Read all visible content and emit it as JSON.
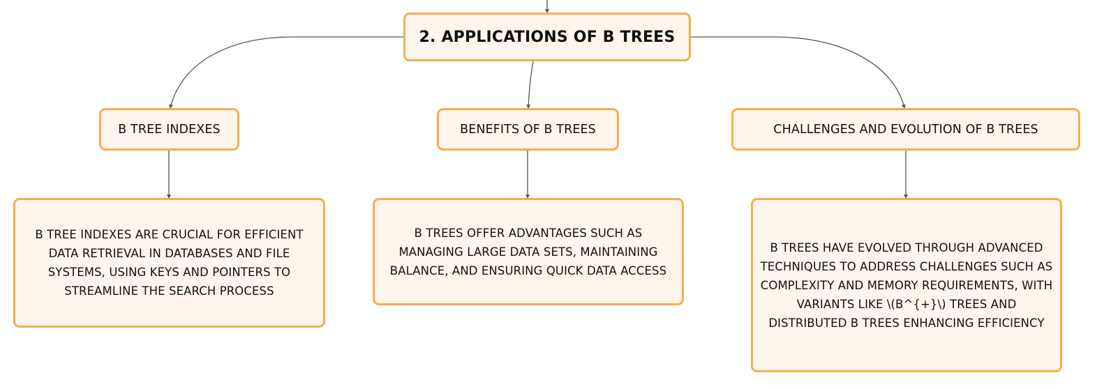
{
  "diagram": {
    "title": "2. APPLICATIONS OF B TREES",
    "topics": [
      {
        "label": "B TREE INDEXES",
        "detail": "B TREE INDEXES ARE CRUCIAL FOR EFFICIENT DATA RETRIEVAL IN DATABASES AND FILE SYSTEMS, USING KEYS AND POINTERS TO STREAMLINE THE SEARCH PROCESS"
      },
      {
        "label": "BENEFITS OF B TREES",
        "detail": "B TREES OFFER ADVANTAGES SUCH AS MANAGING LARGE DATA SETS, MAINTAINING BALANCE, AND ENSURING QUICK DATA ACCESS"
      },
      {
        "label": "CHALLENGES AND EVOLUTION OF B TREES",
        "detail": "B TREES HAVE EVOLVED THROUGH ADVANCED TECHNIQUES TO ADDRESS CHALLENGES SUCH AS COMPLEXITY AND MEMORY REQUIREMENTS, WITH VARIANTS LIKE \\(B^{+}\\) TREES AND DISTRIBUTED B TREES ENHANCING EFFICIENCY"
      }
    ],
    "colors": {
      "node_fill": "#fef5ec",
      "node_border": "#f5ad4f",
      "connector": "#555555",
      "text": "#111111"
    }
  }
}
